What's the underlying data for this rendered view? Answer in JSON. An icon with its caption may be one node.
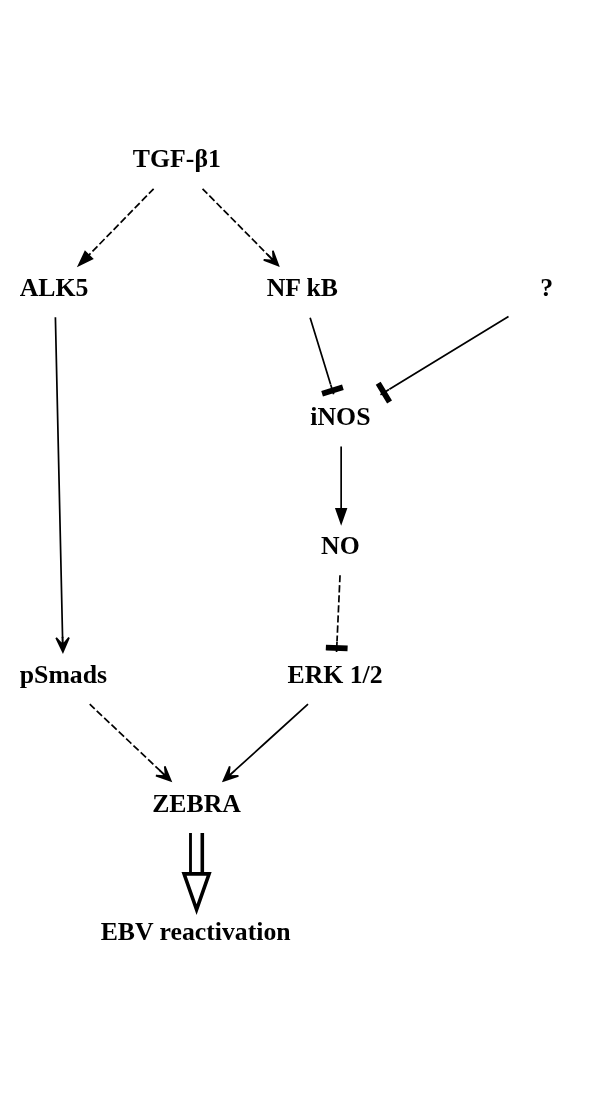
{
  "diagram": {
    "nodes": [
      {
        "text": [
          "TGF-β1"
        ]
      },
      {
        "text": [
          "ALK5"
        ]
      },
      {
        "text": [
          "NF kB"
        ]
      },
      {
        "text": [
          "?"
        ]
      },
      {
        "text": [
          "iNOS"
        ]
      },
      {
        "text": [
          "NO"
        ]
      },
      {
        "text": [
          "pSmads"
        ]
      },
      {
        "text": [
          "ERK 1/2"
        ]
      },
      {
        "text": [
          "ZEBRA"
        ]
      },
      {
        "text": [
          "EBV reactivation"
        ]
      }
    ],
    "edges": [
      {
        "from": 0,
        "to": 1,
        "arrow": "to",
        "style": "dashed"
      },
      {
        "from": 0,
        "to": 2,
        "arrow": "to",
        "style": "dashed"
      },
      {
        "from": 1,
        "to": 6,
        "arrow": "to"
      },
      {
        "from": 2,
        "to": 4,
        "arrow": "other"
      },
      {
        "from": 3,
        "to": 4,
        "arrow": "other"
      },
      {
        "from": 4,
        "to": 5,
        "arrow": "to"
      },
      {
        "from": 5,
        "to": 7,
        "arrow": "other",
        "style": "dashed"
      },
      {
        "from": 6,
        "to": 8,
        "arrow": "to",
        "style": "dashed"
      },
      {
        "from": 7,
        "to": 8,
        "arrow": "to"
      },
      {
        "from": 8,
        "to": 9,
        "arrow": "to",
        "style": "thick"
      }
    ]
  }
}
